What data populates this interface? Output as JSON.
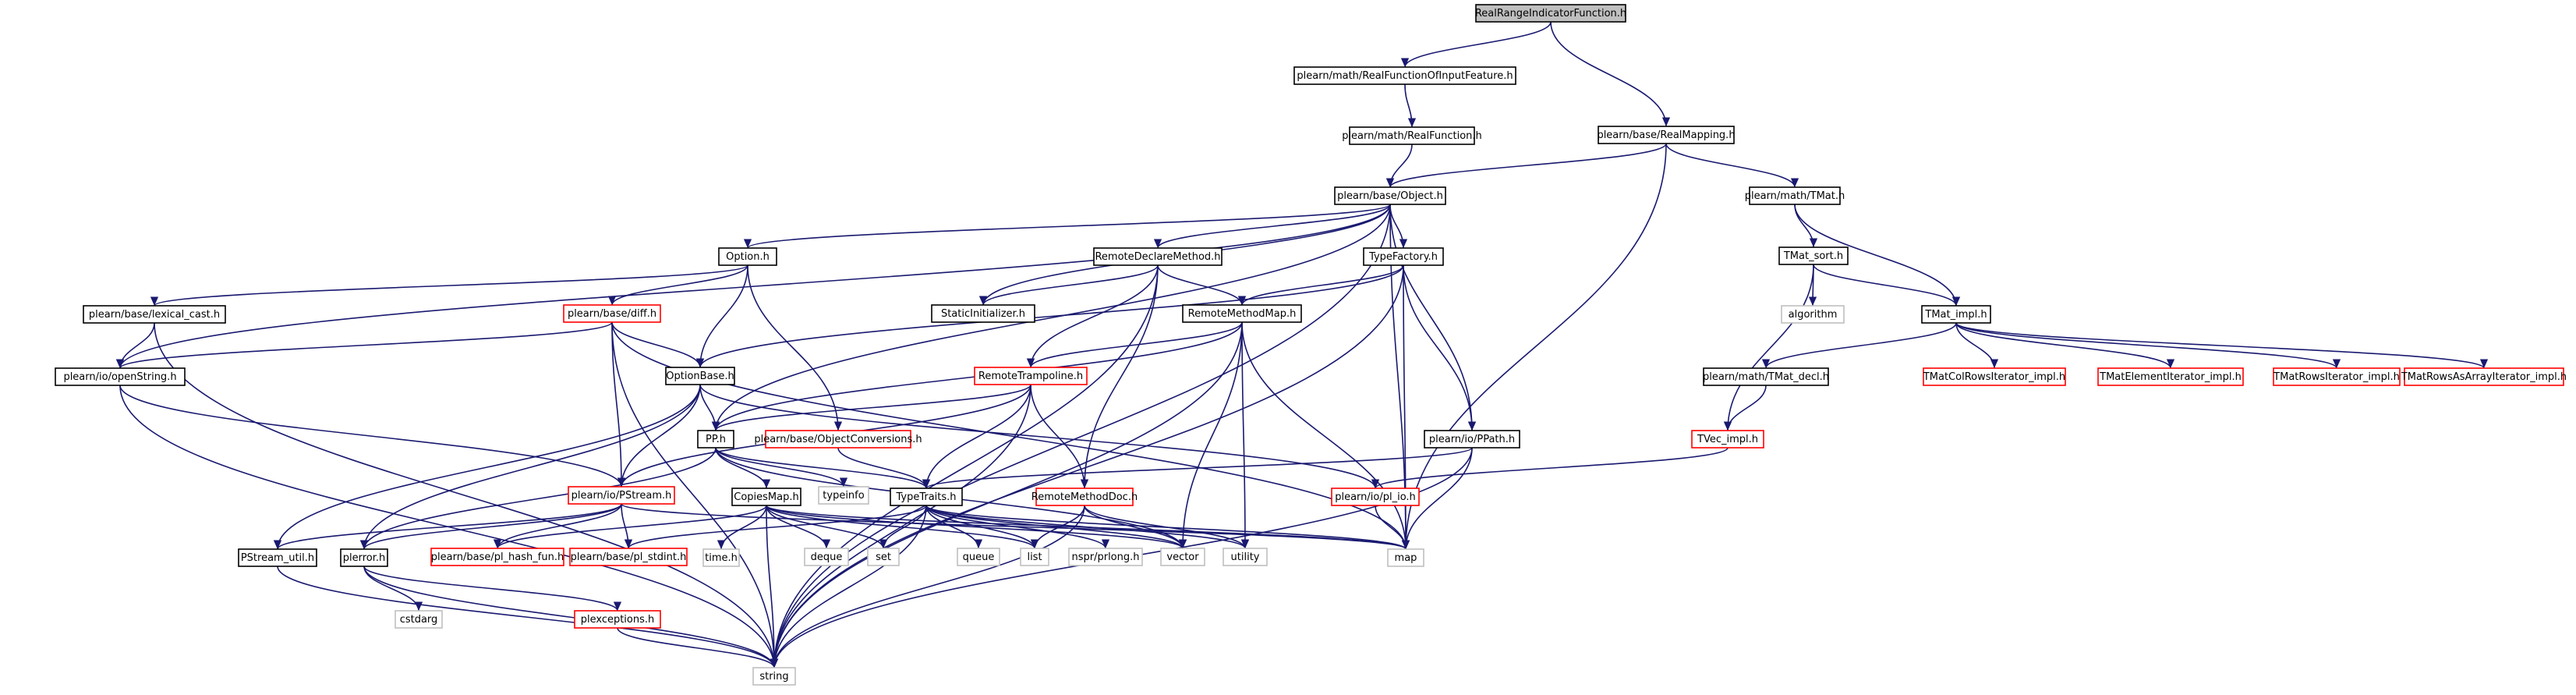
{
  "title": "RealRangeIndicatorFunction.h",
  "colors": {
    "edge": "#191970",
    "node_border_black": "#000000",
    "node_border_red": "#ff0000",
    "node_border_gray": "#bfbfbf",
    "root_fill": "#bfbfbf",
    "node_fill": "#ffffff"
  },
  "legend_border_styles": {
    "root": "current file, gray fill",
    "black": "documented file",
    "red": "truncated (more includes)",
    "gray": "system / external header"
  },
  "nodes": [
    {
      "id": "root",
      "label": "RealRangeIndicatorFunction.h",
      "style": "root"
    },
    {
      "id": "rfoif",
      "label": "plearn/math/RealFunctionOfInputFeature.h",
      "style": "black"
    },
    {
      "id": "realmapping",
      "label": "plearn/base/RealMapping.h",
      "style": "black"
    },
    {
      "id": "realfunction",
      "label": "plearn/math/RealFunction.h",
      "style": "black"
    },
    {
      "id": "object",
      "label": "plearn/base/Object.h",
      "style": "black"
    },
    {
      "id": "tmat",
      "label": "plearn/math/TMat.h",
      "style": "black"
    },
    {
      "id": "option",
      "label": "Option.h",
      "style": "black"
    },
    {
      "id": "rdm",
      "label": "RemoteDeclareMethod.h",
      "style": "black"
    },
    {
      "id": "typefactory",
      "label": "TypeFactory.h",
      "style": "black"
    },
    {
      "id": "tmatsort",
      "label": "TMat_sort.h",
      "style": "black"
    },
    {
      "id": "lexical",
      "label": "plearn/base/lexical_cast.h",
      "style": "black"
    },
    {
      "id": "diff",
      "label": "plearn/base/diff.h",
      "style": "red"
    },
    {
      "id": "staticinit",
      "label": "StaticInitializer.h",
      "style": "black"
    },
    {
      "id": "rmm",
      "label": "RemoteMethodMap.h",
      "style": "black"
    },
    {
      "id": "algorithm",
      "label": "algorithm",
      "style": "gray"
    },
    {
      "id": "tmatimpl",
      "label": "TMat_impl.h",
      "style": "black"
    },
    {
      "id": "openstring",
      "label": "plearn/io/openString.h",
      "style": "black"
    },
    {
      "id": "optionbase",
      "label": "OptionBase.h",
      "style": "black"
    },
    {
      "id": "trampoline",
      "label": "RemoteTrampoline.h",
      "style": "red"
    },
    {
      "id": "tmatdecl",
      "label": "plearn/math/TMat_decl.h",
      "style": "black"
    },
    {
      "id": "colrows",
      "label": "TMatColRowsIterator_impl.h",
      "style": "red"
    },
    {
      "id": "elemiter",
      "label": "TMatElementIterator_impl.h",
      "style": "red"
    },
    {
      "id": "rowsiter",
      "label": "TMatRowsIterator_impl.h",
      "style": "red"
    },
    {
      "id": "rowsarr",
      "label": "TMatRowsAsArrayIterator_impl.h",
      "style": "red"
    },
    {
      "id": "pp",
      "label": "PP.h",
      "style": "black"
    },
    {
      "id": "objconv",
      "label": "plearn/base/ObjectConversions.h",
      "style": "red"
    },
    {
      "id": "ppath",
      "label": "plearn/io/PPath.h",
      "style": "black"
    },
    {
      "id": "tvecimpl",
      "label": "TVec_impl.h",
      "style": "red"
    },
    {
      "id": "pstream",
      "label": "plearn/io/PStream.h",
      "style": "red"
    },
    {
      "id": "typeinfo",
      "label": "typeinfo",
      "style": "gray"
    },
    {
      "id": "copiesmap",
      "label": "CopiesMap.h",
      "style": "black"
    },
    {
      "id": "typetraits",
      "label": "TypeTraits.h",
      "style": "black"
    },
    {
      "id": "rmdoc",
      "label": "RemoteMethodDoc.h",
      "style": "red"
    },
    {
      "id": "plio",
      "label": "plearn/io/pl_io.h",
      "style": "red"
    },
    {
      "id": "pstreamutil",
      "label": "PStream_util.h",
      "style": "black"
    },
    {
      "id": "plerror",
      "label": "plerror.h",
      "style": "black"
    },
    {
      "id": "hashfun",
      "label": "plearn/base/pl_hash_fun.h",
      "style": "red"
    },
    {
      "id": "stdint",
      "label": "plearn/base/pl_stdint.h",
      "style": "red"
    },
    {
      "id": "time",
      "label": "time.h",
      "style": "gray"
    },
    {
      "id": "deque",
      "label": "deque",
      "style": "gray"
    },
    {
      "id": "set",
      "label": "set",
      "style": "gray"
    },
    {
      "id": "queue",
      "label": "queue",
      "style": "gray"
    },
    {
      "id": "list",
      "label": "list",
      "style": "gray"
    },
    {
      "id": "nsprlong",
      "label": "nspr/prlong.h",
      "style": "gray"
    },
    {
      "id": "vector",
      "label": "vector",
      "style": "gray"
    },
    {
      "id": "utility",
      "label": "utility",
      "style": "gray"
    },
    {
      "id": "map",
      "label": "map",
      "style": "gray"
    },
    {
      "id": "cstdarg",
      "label": "cstdarg",
      "style": "gray"
    },
    {
      "id": "plexceptions",
      "label": "plexceptions.h",
      "style": "red"
    },
    {
      "id": "string",
      "label": "string",
      "style": "gray"
    }
  ],
  "edges": [
    [
      "root",
      "rfoif"
    ],
    [
      "root",
      "realmapping"
    ],
    [
      "rfoif",
      "realfunction"
    ],
    [
      "realfunction",
      "object"
    ],
    [
      "realmapping",
      "object"
    ],
    [
      "realmapping",
      "tmat"
    ],
    [
      "realmapping",
      "map"
    ],
    [
      "object",
      "option"
    ],
    [
      "object",
      "rdm"
    ],
    [
      "object",
      "typefactory"
    ],
    [
      "object",
      "staticinit"
    ],
    [
      "object",
      "openstring"
    ],
    [
      "object",
      "pp"
    ],
    [
      "object",
      "ppath"
    ],
    [
      "object",
      "map"
    ],
    [
      "object",
      "string"
    ],
    [
      "option",
      "lexical"
    ],
    [
      "option",
      "diff"
    ],
    [
      "option",
      "optionbase"
    ],
    [
      "option",
      "objconv"
    ],
    [
      "rdm",
      "staticinit"
    ],
    [
      "rdm",
      "rmm"
    ],
    [
      "rdm",
      "trampoline"
    ],
    [
      "rdm",
      "rmdoc"
    ],
    [
      "rdm",
      "string"
    ],
    [
      "typefactory",
      "rmm"
    ],
    [
      "typefactory",
      "optionbase"
    ],
    [
      "typefactory",
      "ppath"
    ],
    [
      "typefactory",
      "map"
    ],
    [
      "typefactory",
      "string"
    ],
    [
      "tmat",
      "tmatsort"
    ],
    [
      "tmat",
      "tmatimpl"
    ],
    [
      "tmatsort",
      "algorithm"
    ],
    [
      "tmatsort",
      "tmatimpl"
    ],
    [
      "tmatsort",
      "tvecimpl"
    ],
    [
      "tmatimpl",
      "tmatdecl"
    ],
    [
      "tmatimpl",
      "colrows"
    ],
    [
      "tmatimpl",
      "elemiter"
    ],
    [
      "tmatimpl",
      "rowsiter"
    ],
    [
      "tmatimpl",
      "rowsarr"
    ],
    [
      "tmatdecl",
      "tvecimpl"
    ],
    [
      "tvecimpl",
      "plio"
    ],
    [
      "lexical",
      "openstring"
    ],
    [
      "lexical",
      "string"
    ],
    [
      "diff",
      "openstring"
    ],
    [
      "diff",
      "optionbase"
    ],
    [
      "diff",
      "pstream"
    ],
    [
      "diff",
      "map"
    ],
    [
      "diff",
      "string"
    ],
    [
      "rmm",
      "trampoline"
    ],
    [
      "rmm",
      "pp"
    ],
    [
      "rmm",
      "vector"
    ],
    [
      "rmm",
      "utility"
    ],
    [
      "rmm",
      "map"
    ],
    [
      "rmm",
      "string"
    ],
    [
      "openstring",
      "pstream"
    ],
    [
      "openstring",
      "string"
    ],
    [
      "optionbase",
      "pp"
    ],
    [
      "optionbase",
      "pstream"
    ],
    [
      "optionbase",
      "plio"
    ],
    [
      "optionbase",
      "pstreamutil"
    ],
    [
      "optionbase",
      "plerror"
    ],
    [
      "trampoline",
      "pp"
    ],
    [
      "trampoline",
      "typetraits"
    ],
    [
      "trampoline",
      "rmdoc"
    ],
    [
      "trampoline",
      "pstream"
    ],
    [
      "trampoline",
      "string"
    ],
    [
      "pp",
      "copiesmap"
    ],
    [
      "pp",
      "typeinfo"
    ],
    [
      "pp",
      "typetraits"
    ],
    [
      "pp",
      "plerror"
    ],
    [
      "pp",
      "vector"
    ],
    [
      "objconv",
      "typetraits"
    ],
    [
      "ppath",
      "typetraits"
    ],
    [
      "ppath",
      "map"
    ],
    [
      "ppath",
      "string"
    ],
    [
      "plio",
      "map"
    ],
    [
      "pstream",
      "pstreamutil"
    ],
    [
      "pstream",
      "plerror"
    ],
    [
      "pstream",
      "hashfun"
    ],
    [
      "pstream",
      "stdint"
    ],
    [
      "pstream",
      "map"
    ],
    [
      "copiesmap",
      "map"
    ],
    [
      "copiesmap",
      "hashfun"
    ],
    [
      "copiesmap",
      "time"
    ],
    [
      "copiesmap",
      "deque"
    ],
    [
      "copiesmap",
      "set"
    ],
    [
      "copiesmap",
      "list"
    ],
    [
      "copiesmap",
      "vector"
    ],
    [
      "copiesmap",
      "string"
    ],
    [
      "typetraits",
      "stdint"
    ],
    [
      "typetraits",
      "set"
    ],
    [
      "typetraits",
      "queue"
    ],
    [
      "typetraits",
      "list"
    ],
    [
      "typetraits",
      "nsprlong"
    ],
    [
      "typetraits",
      "vector"
    ],
    [
      "typetraits",
      "utility"
    ],
    [
      "typetraits",
      "map"
    ],
    [
      "typetraits",
      "string"
    ],
    [
      "rmdoc",
      "list"
    ],
    [
      "rmdoc",
      "vector"
    ],
    [
      "rmdoc",
      "utility"
    ],
    [
      "rmdoc",
      "string"
    ],
    [
      "pstreamutil",
      "string"
    ],
    [
      "plerror",
      "cstdarg"
    ],
    [
      "plerror",
      "plexceptions"
    ],
    [
      "plerror",
      "string"
    ],
    [
      "plexceptions",
      "string"
    ]
  ]
}
